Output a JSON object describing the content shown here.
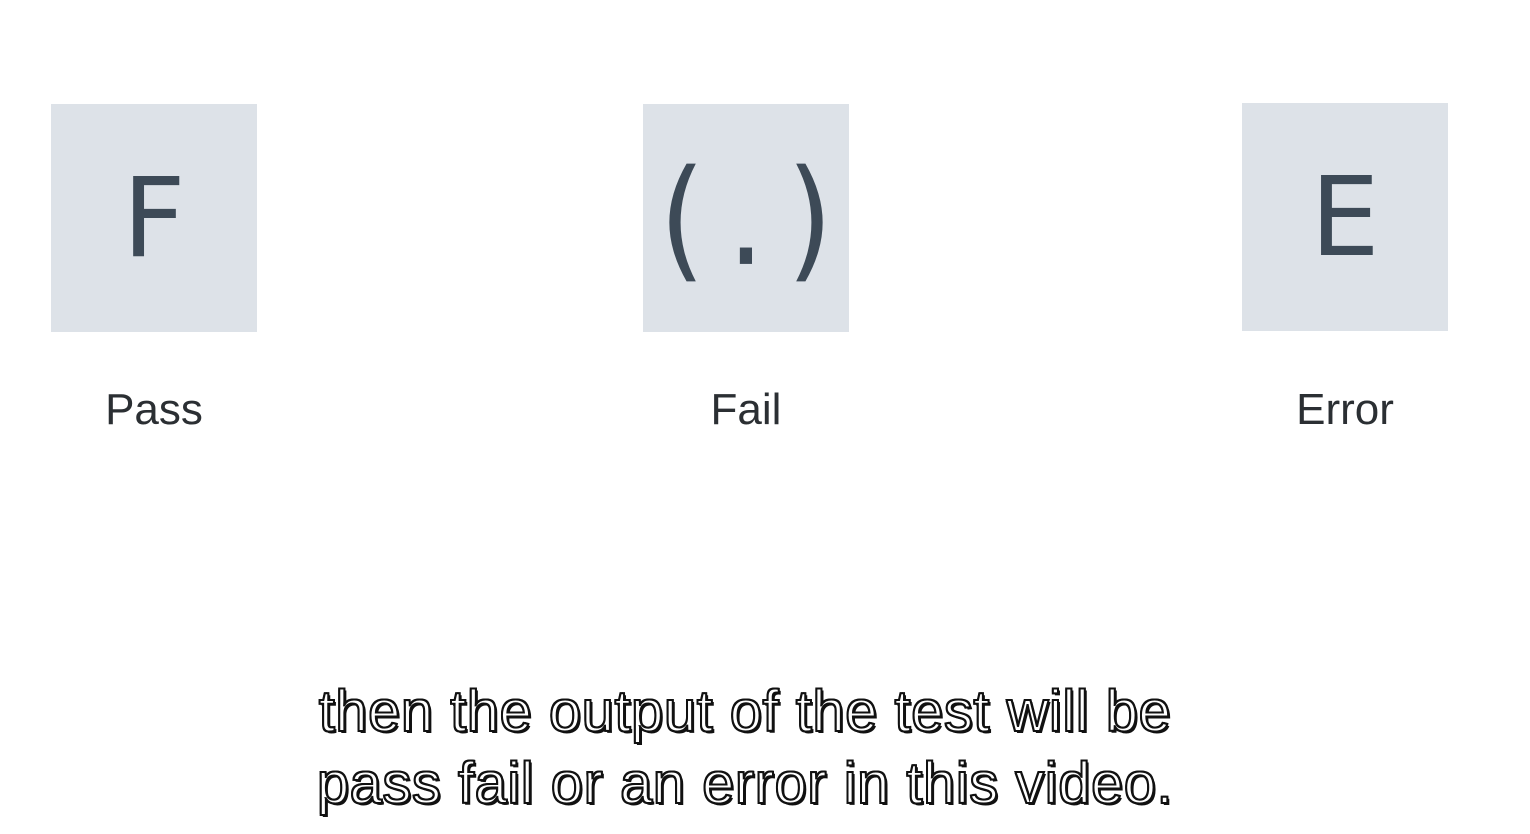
{
  "cards": [
    {
      "symbol": "F",
      "label": "Pass"
    },
    {
      "symbol": "(.)",
      "label": "Fail"
    },
    {
      "symbol": "E",
      "label": "Error"
    }
  ],
  "caption": {
    "line1": "then the output of the test will be",
    "line2": "pass fail or an error in this video."
  },
  "colors": {
    "tile_background": "#dde2e8",
    "symbol": "#3d4a57",
    "label": "#2b2f33",
    "caption_fill": "#ffffff",
    "caption_outline": "#111111"
  }
}
